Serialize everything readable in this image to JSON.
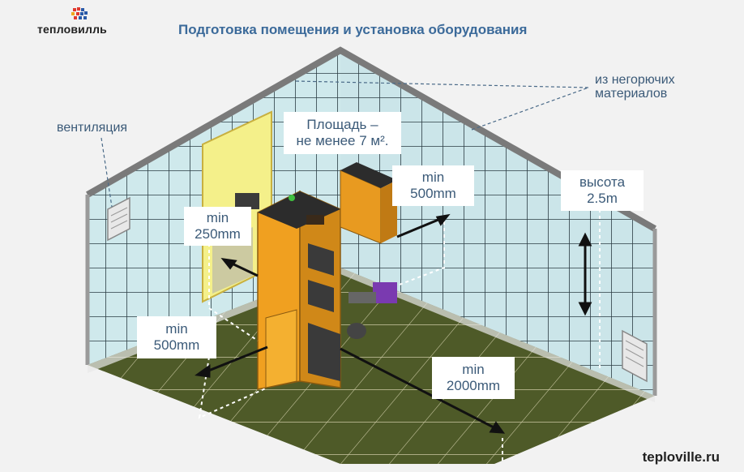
{
  "brand": {
    "name": "тепловилль",
    "logo_colors": [
      "#e03a2f",
      "#2a5aa8",
      "#f0a81e"
    ]
  },
  "title": "Подготовка помещения и установка оборудования",
  "labels": {
    "ventilation": "вентиляция",
    "materials_line1": "из негорючих",
    "materials_line2": "материалов",
    "area_line1": "Площадь –",
    "area_line2": "не менее 7 м².",
    "side_left_line1": "min",
    "side_left_line2": "250mm",
    "back_line1": "min",
    "back_line2": "500mm",
    "height_line1": "высота",
    "height_line2": "2.5m",
    "front_left_line1": "min",
    "front_left_line2": "500mm",
    "front_line1": "min",
    "front_line2": "2000mm"
  },
  "website": "teploville.ru",
  "colors": {
    "wall_tile": "#c9e6ea",
    "floor": "#4f5a2a",
    "boiler": "#f0a020",
    "window": "#f4f08a",
    "text": "#3b5a78"
  }
}
